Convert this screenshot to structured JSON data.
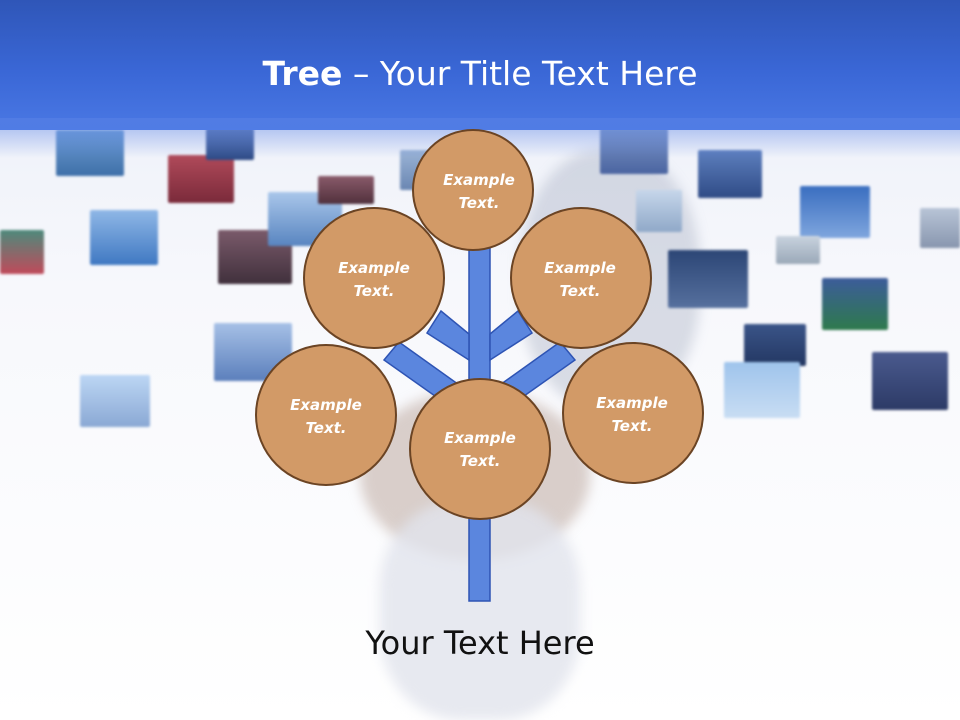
{
  "title": {
    "bold": "Tree",
    "dash": " – ",
    "rest": "Your Title Text Here"
  },
  "nodes": [
    {
      "label": "Example\nText."
    },
    {
      "label": "Example\nText."
    },
    {
      "label": "Example\nText."
    },
    {
      "label": "Example\nText."
    },
    {
      "label": "Example\nText."
    },
    {
      "label": "Example\nText."
    }
  ],
  "caption": "Your Text Here",
  "colors": {
    "header_blue": "#3a67d6",
    "node_fill": "#d29a67",
    "node_stroke": "#6b4424",
    "branch_fill": "#5b86de",
    "branch_stroke": "#2e54b4",
    "node_text": "#ffffff"
  }
}
